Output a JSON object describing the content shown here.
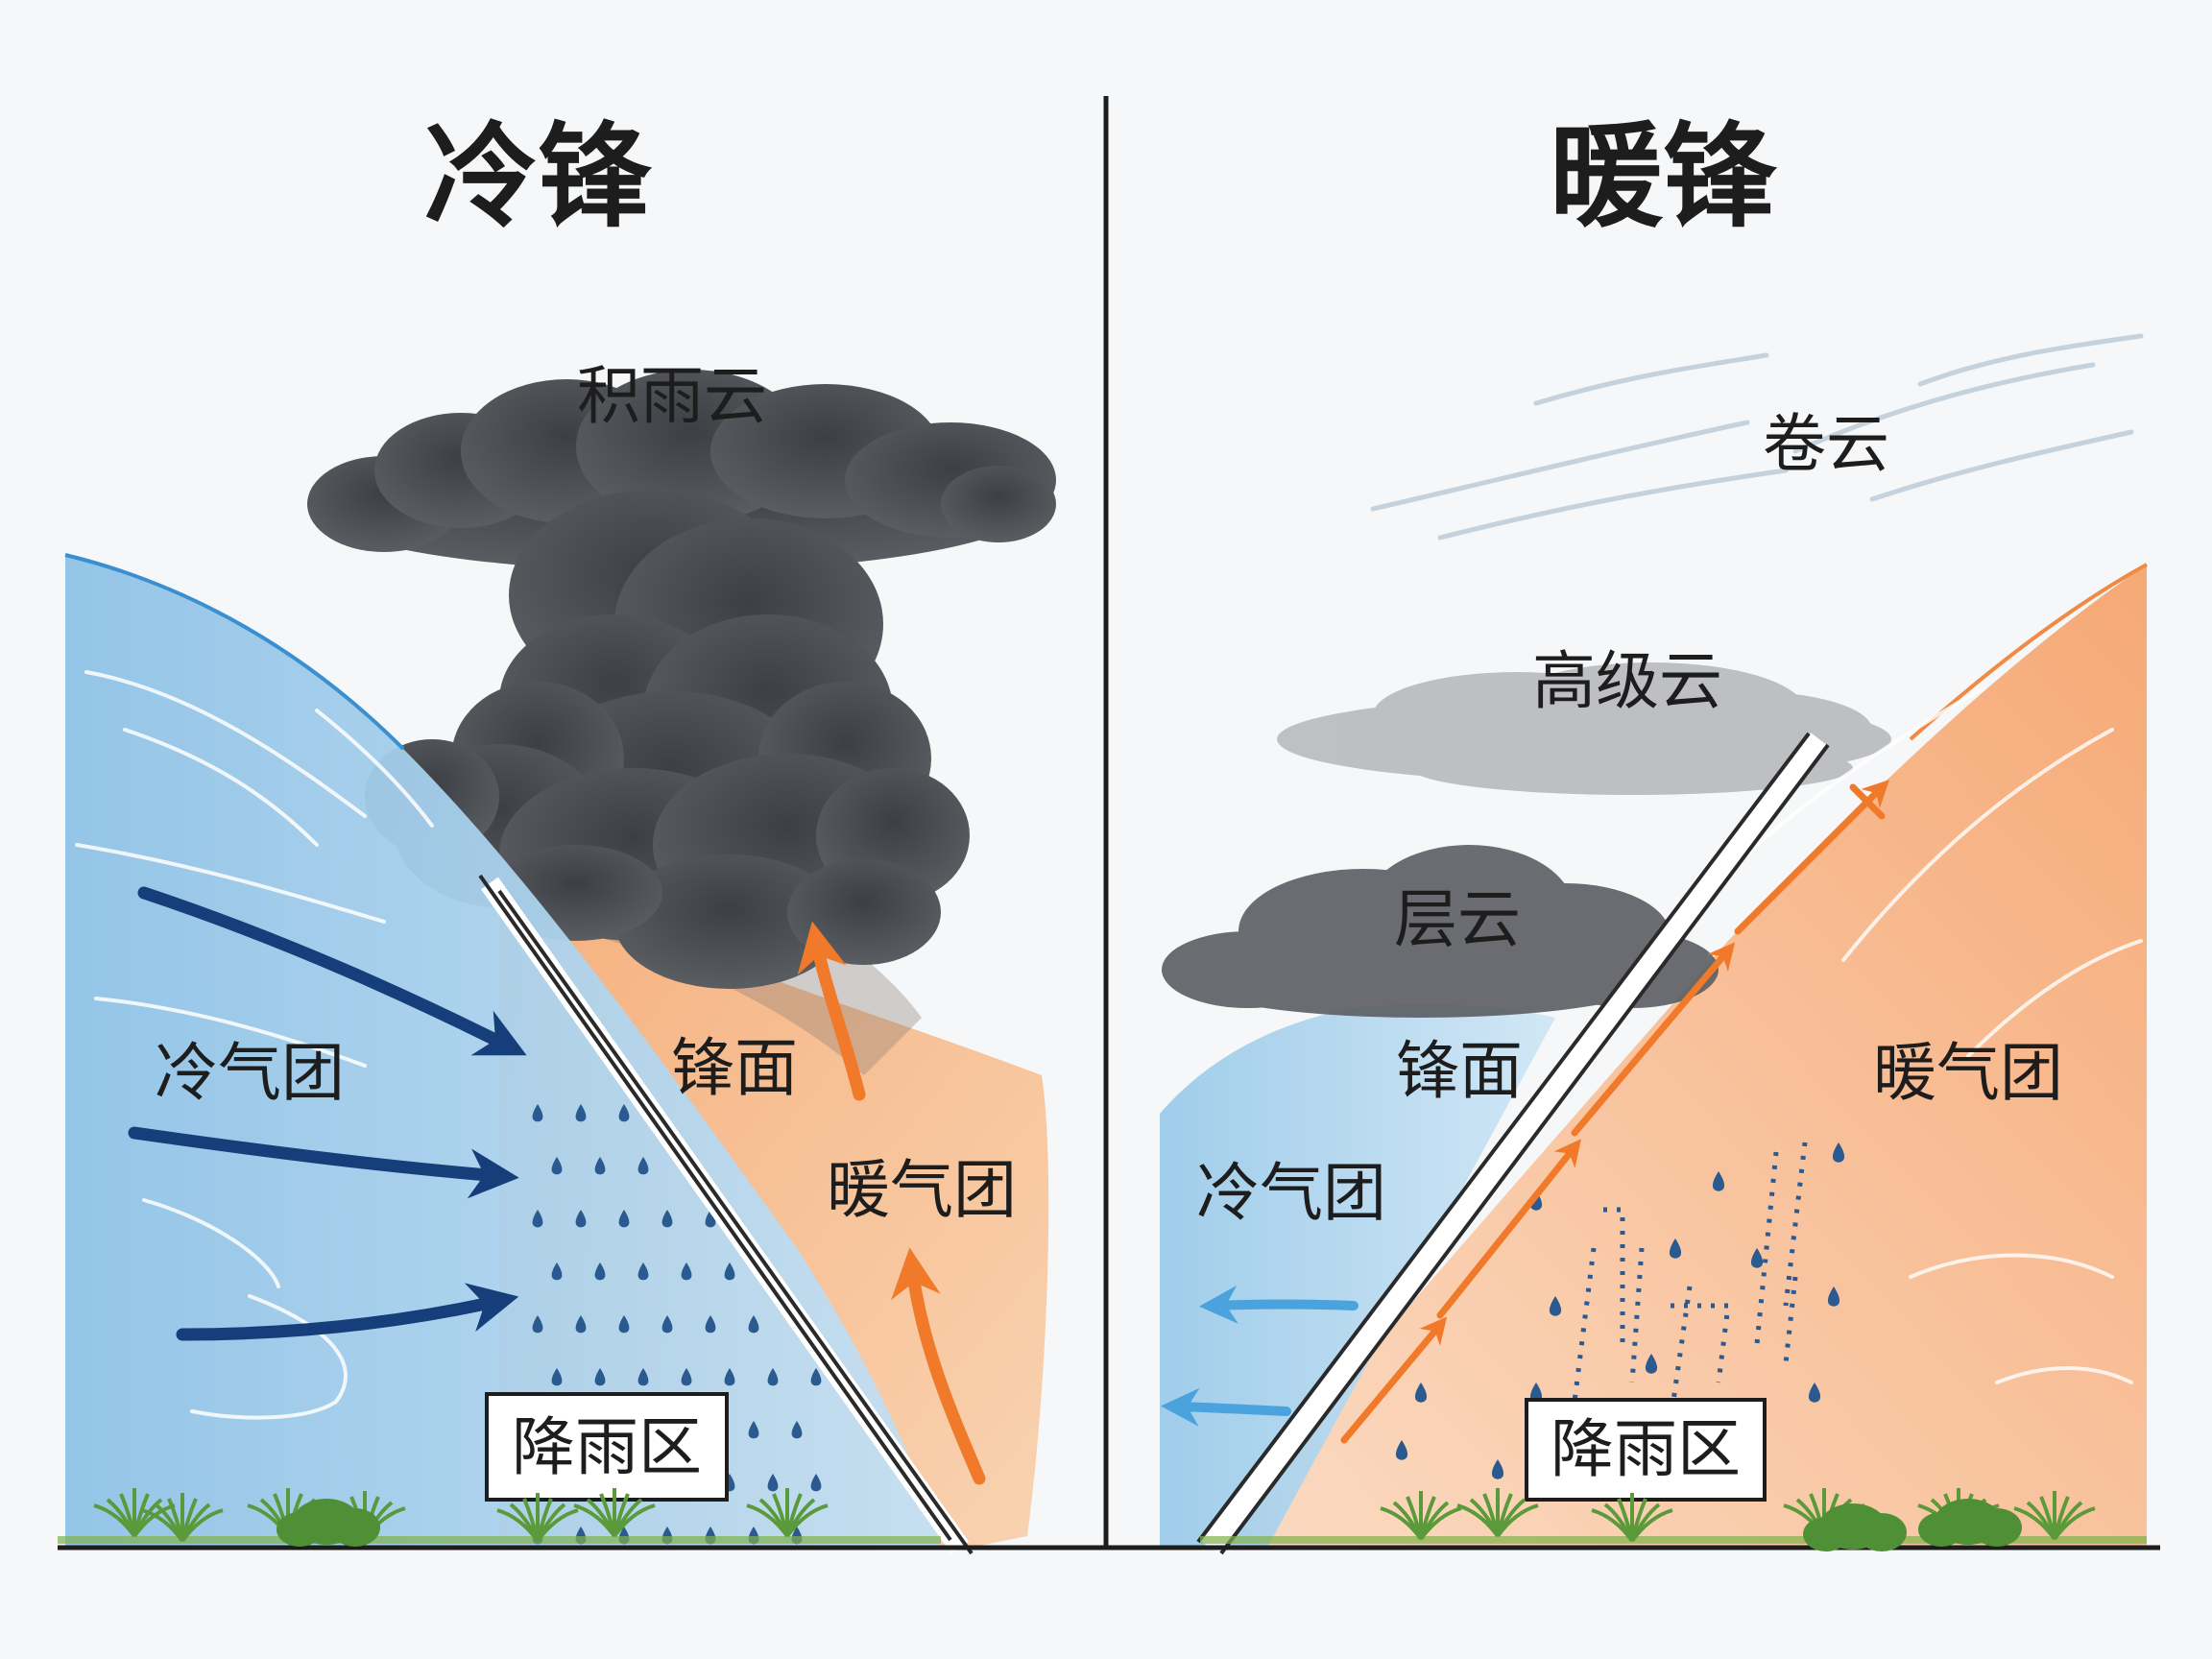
{
  "cold_front": {
    "title": "冷锋",
    "cloud": "积雨云",
    "front": "锋面",
    "cold_mass": "冷气团",
    "warm_mass": "暖气团",
    "rain_zone": "降雨区"
  },
  "warm_front": {
    "title": "暖锋",
    "cirrus": "卷云",
    "altostratus": "高级云",
    "stratus": "层云",
    "front": "锋面",
    "cold_mass": "冷气团",
    "warm_mass": "暖气团",
    "rain_zone": "降雨区"
  },
  "colors": {
    "cold_air": "#9ccbea",
    "warm_air": "#f6b886",
    "cold_arrow": "#163e7a",
    "warm_arrow": "#f07a2a",
    "light_arrow": "#4aa3dc",
    "raindrop": "#2a5a8f",
    "storm_cloud": "#4a4d52",
    "grass": "#5a9a3a"
  }
}
